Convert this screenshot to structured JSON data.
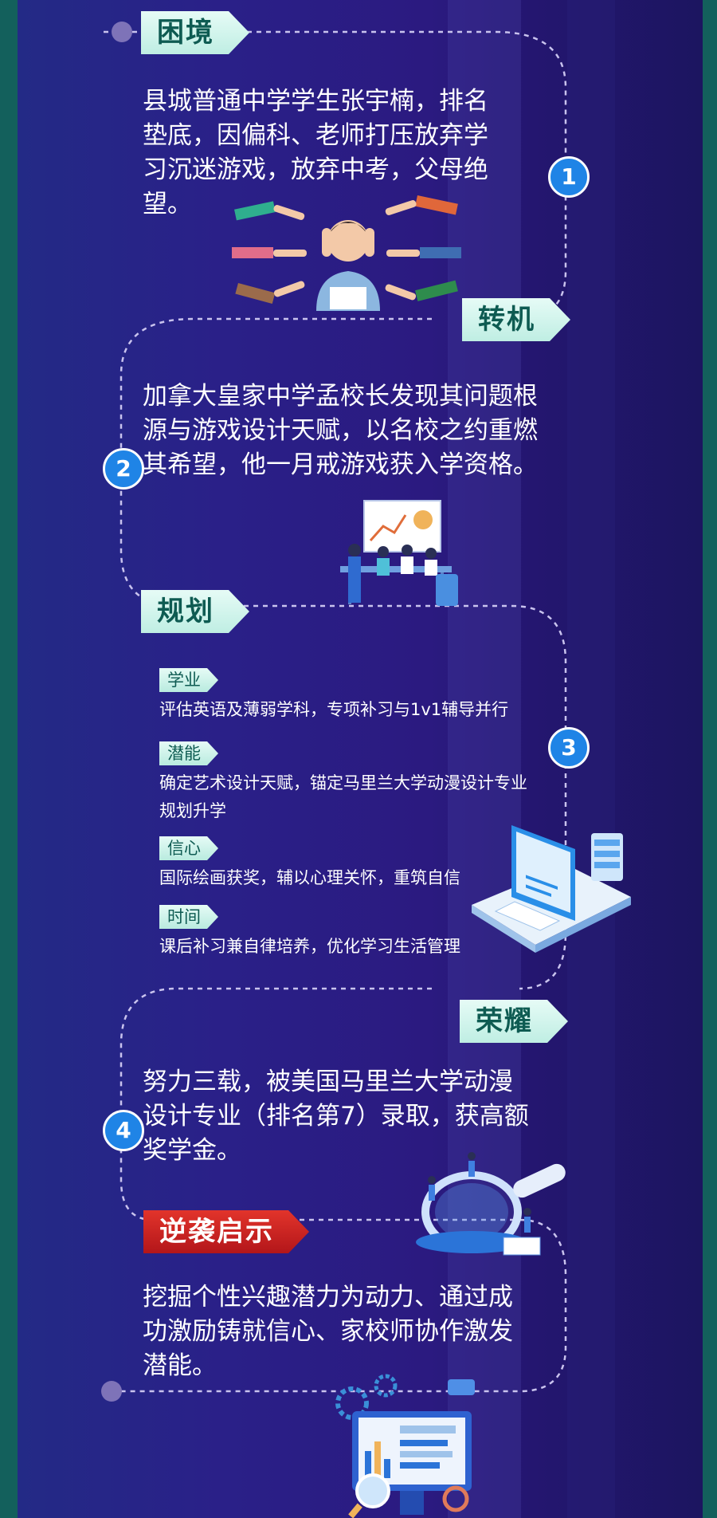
{
  "sections": {
    "dilemma": {
      "label": "困境",
      "lines": [
        "县城普通中学学生张宇楠，排名",
        "垫底，因偏科、老师打压放弃学",
        "习沉迷游戏，放弃中考，父母绝",
        "望。"
      ],
      "number": "1"
    },
    "turning": {
      "label": "转机",
      "lines": [
        "加拿大皇家中学孟校长发现其问题根",
        "源与游戏设计天赋，以名校之约重燃",
        "其希望，他一月戒游戏获入学资格。"
      ],
      "number": "2"
    },
    "planning": {
      "label": "规划",
      "number": "3",
      "items": [
        {
          "tag": "学业",
          "lines": [
            "评估英语及薄弱学科，专项补习与1v1辅导并行"
          ]
        },
        {
          "tag": "潜能",
          "lines": [
            "确定艺术设计天赋，锚定马里兰大学动漫设计专业",
            "规划升学"
          ]
        },
        {
          "tag": "信心",
          "lines": [
            "国际绘画获奖，辅以心理关怀，重筑自信"
          ]
        },
        {
          "tag": "时间",
          "lines": [
            "课后补习兼自律培养，优化学习生活管理"
          ]
        }
      ]
    },
    "glory": {
      "label": "荣耀",
      "lines": [
        "努力三载，被美国马里兰大学动漫",
        "设计专业（排名第7）录取，获高额",
        "奖学金。"
      ],
      "number": "4"
    },
    "insight": {
      "label": "逆袭启示",
      "lines": [
        "挖掘个性兴趣潜力为动力、通过成",
        "功激励铸就信心、家校师协作激发",
        "潜能。"
      ]
    }
  },
  "colors": {
    "panel": "#2a1f88",
    "label_bg": "#d9f6ef",
    "label_text": "#0e5b52",
    "accent_red": "#c91e1f",
    "number_blue": "#1f84e6"
  },
  "icons": [
    "stressed-student-illustration",
    "meeting-illustration",
    "computer-server-illustration",
    "magnifier-team-illustration",
    "analytics-monitor-illustration"
  ]
}
